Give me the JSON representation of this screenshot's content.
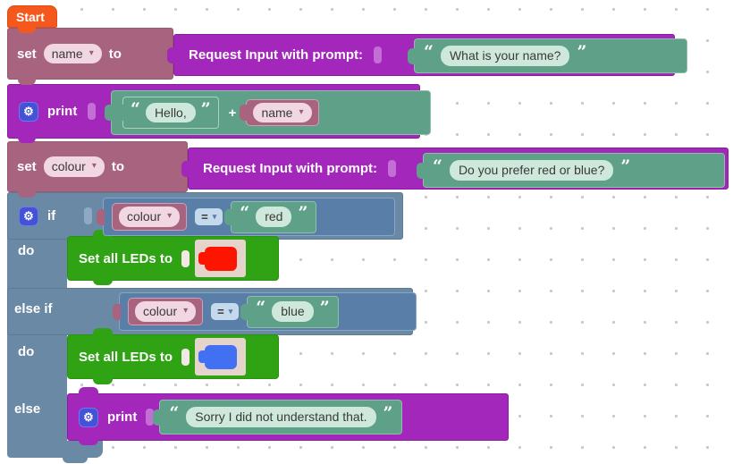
{
  "glyphs": {
    "gear": "⚙",
    "dropdown": "▾",
    "quote_open": "“",
    "quote_close": "”"
  },
  "blocks": {
    "start": {
      "label": "Start"
    },
    "set_name": {
      "kw_set": "set",
      "variable": "name",
      "kw_to": "to"
    },
    "request_name": {
      "label": "Request Input with prompt:",
      "prompt": "What is your name?"
    },
    "print_hello": {
      "label": "print",
      "text": "Hello,",
      "operator": "+",
      "variable": "name"
    },
    "set_colour": {
      "kw_set": "set",
      "variable": "colour",
      "kw_to": "to"
    },
    "request_colour": {
      "label": "Request Input with prompt:",
      "prompt": "Do you prefer red or blue?"
    },
    "if_structure": {
      "kw_if": "if",
      "kw_do": "do",
      "kw_else_if": "else if",
      "kw_do2": "do",
      "kw_else": "else",
      "cond_red": {
        "variable": "colour",
        "operator": "=",
        "value": "red"
      },
      "cond_blue": {
        "variable": "colour",
        "operator": "=",
        "value": "blue"
      },
      "set_leds_red": {
        "label": "Set all LEDs to",
        "color": "#fe1500"
      },
      "set_leds_blue": {
        "label": "Set all LEDs to",
        "color": "#4270f2"
      },
      "print_sorry": {
        "label": "print",
        "text": "Sorry I did not understand that."
      }
    }
  }
}
